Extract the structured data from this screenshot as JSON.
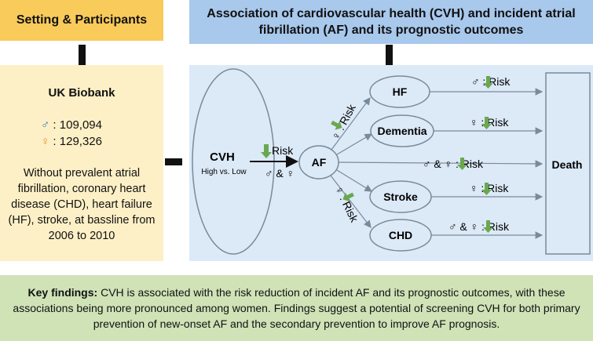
{
  "header": {
    "left_title": "Setting & Participants",
    "right_title_line1": "Association of cardiovascular health (CVH) and incident atrial",
    "right_title_line2": "fibrillation (AF) and its prognostic outcomes"
  },
  "participants": {
    "title": "UK Biobank",
    "male_symbol": "♂",
    "male_count": "109,094",
    "female_symbol": "♀",
    "female_count": "129,326",
    "separator": ":",
    "description": "Without prevalent atrial fibrillation, coronary heart disease (CHD), heart failure (HF), stroke, at bassline from 2006 to 2010"
  },
  "diagram": {
    "cvh_label": "CVH",
    "cvh_sublabel": "High vs. Low",
    "cvh_af_risk": "Risk",
    "cvh_af_sex": "♂ & ♀",
    "af_label": "AF",
    "upper_branch_label": "♀ :   Risk",
    "lower_branch_label": "♀ :   Risk",
    "nodes": {
      "hf": "HF",
      "dementia": "Dementia",
      "stroke": "Stroke",
      "chd": "CHD",
      "death": "Death"
    },
    "edges": {
      "hf_death": "♂ :   Risk",
      "dementia_death": "♀ :   Risk",
      "af_death": "♂ & ♀ :   Risk",
      "stroke_death": "♀ :   Risk",
      "chd_death": "♂ & ♀ :   Risk"
    }
  },
  "findings": {
    "label": "Key findings:",
    "text": " CVH is associated with the risk reduction of incident AF and its prognostic outcomes, with these associations being more pronounced among women. Findings suggest a potential of screening CVH for both primary prevention of new-onset AF and the secondary prevention to improve AF prognosis."
  },
  "colors": {
    "left_header": "#f9cb5a",
    "right_header": "#a8c8ec",
    "left_panel": "#fdf0c6",
    "right_panel": "#dce9f7",
    "bottom_panel": "#cfe3b7",
    "risk_arrow": "#6aa84f",
    "male": "#3a77c0",
    "female": "#e08f1a"
  }
}
